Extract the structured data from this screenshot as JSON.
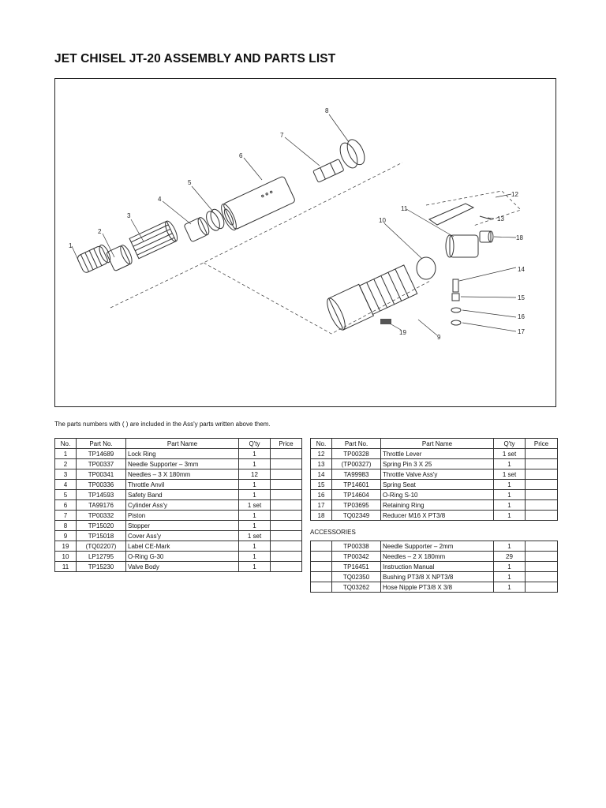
{
  "title": "JET CHISEL JT-20 ASSEMBLY AND PARTS LIST",
  "note": "The parts numbers with ( ) are included in the Ass'y parts written above them.",
  "headers": [
    "No.",
    "Part No.",
    "Part Name",
    "Q'ty",
    "Price"
  ],
  "callouts": [
    "1",
    "2",
    "3",
    "4",
    "5",
    "6",
    "7",
    "8",
    "9",
    "10",
    "11",
    "12",
    "13",
    "14",
    "15",
    "16",
    "17",
    "18",
    "19"
  ],
  "left_rows": [
    {
      "no": "1",
      "part_no": "TP14689",
      "name": "Lock Ring",
      "qty": "1",
      "price": ""
    },
    {
      "no": "2",
      "part_no": "TP00337",
      "name": "Needle Supporter – 3mm",
      "qty": "1",
      "price": ""
    },
    {
      "no": "3",
      "part_no": "TP00341",
      "name": "Needles – 3 X 180mm",
      "qty": "12",
      "price": ""
    },
    {
      "no": "4",
      "part_no": "TP00336",
      "name": "Throttle Anvil",
      "qty": "1",
      "price": ""
    },
    {
      "no": "5",
      "part_no": "TP14593",
      "name": "Safety Band",
      "qty": "1",
      "price": ""
    },
    {
      "no": "6",
      "part_no": "TA99176",
      "name": "Cylinder Ass'y",
      "qty": "1 set",
      "price": ""
    },
    {
      "no": "7",
      "part_no": "TP00332",
      "name": "Piston",
      "qty": "1",
      "price": ""
    },
    {
      "no": "8",
      "part_no": "TP15020",
      "name": "Stopper",
      "qty": "1",
      "price": ""
    },
    {
      "no": "9",
      "part_no": "TP15018",
      "name": "Cover Ass'y",
      "qty": "1 set",
      "price": ""
    },
    {
      "no": "19",
      "part_no": "(TQ02207)",
      "name": "Label CE-Mark",
      "qty": "1",
      "price": ""
    },
    {
      "no": "10",
      "part_no": "LP12795",
      "name": "O-Ring G-30",
      "qty": "1",
      "price": ""
    },
    {
      "no": "11",
      "part_no": "TP15230",
      "name": "Valve Body",
      "qty": "1",
      "price": ""
    }
  ],
  "right_rows": [
    {
      "no": "12",
      "part_no": "TP00328",
      "name": "Throttle Lever",
      "qty": "1 set",
      "price": ""
    },
    {
      "no": "13",
      "part_no": "(TP00327)",
      "name": "Spring Pin 3 X 25",
      "qty": "1",
      "price": ""
    },
    {
      "no": "14",
      "part_no": "TA99983",
      "name": "Throttle Valve Ass'y",
      "qty": "1 set",
      "price": ""
    },
    {
      "no": "15",
      "part_no": "TP14601",
      "name": "Spring Seat",
      "qty": "1",
      "price": ""
    },
    {
      "no": "16",
      "part_no": "TP14604",
      "name": "O-Ring S-10",
      "qty": "1",
      "price": ""
    },
    {
      "no": "17",
      "part_no": "TP03695",
      "name": "Retaining Ring",
      "qty": "1",
      "price": ""
    },
    {
      "no": "18",
      "part_no": "TQ02349",
      "name": "Reducer M16 X PT3/8",
      "qty": "1",
      "price": ""
    }
  ],
  "accessories_label": "ACCESSORIES",
  "accessories": [
    {
      "no": "",
      "part_no": "TP00338",
      "name": "Needle Supporter – 2mm",
      "qty": "1",
      "price": ""
    },
    {
      "no": "",
      "part_no": "TP00342",
      "name": "Needles – 2 X 180mm",
      "qty": "29",
      "price": ""
    },
    {
      "no": "",
      "part_no": "TP16451",
      "name": "Instruction Manual",
      "qty": "1",
      "price": ""
    },
    {
      "no": "",
      "part_no": "TQ02350",
      "name": "Bushing PT3/8 X NPT3/8",
      "qty": "1",
      "price": ""
    },
    {
      "no": "",
      "part_no": "TQ03262",
      "name": "Hose Nipple PT3/8 X 3/8",
      "qty": "1",
      "price": ""
    }
  ]
}
